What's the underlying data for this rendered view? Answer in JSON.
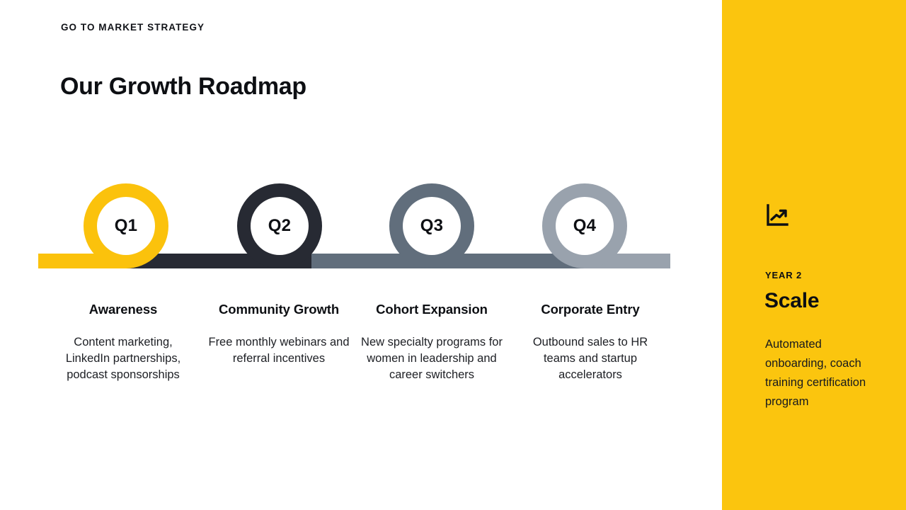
{
  "header": {
    "eyebrow": "GO TO MARKET STRATEGY",
    "title": "Our Growth Roadmap"
  },
  "timeline": {
    "nodes": [
      {
        "label": "Q1",
        "color": "#fbc20c"
      },
      {
        "label": "Q2",
        "color": "#272a33"
      },
      {
        "label": "Q3",
        "color": "#616e7c"
      },
      {
        "label": "Q4",
        "color": "#99a2ad"
      }
    ],
    "track_segments": [
      {
        "color": "#fbc20c"
      },
      {
        "color": "#272a33"
      },
      {
        "color": "#616e7c"
      },
      {
        "color": "#99a2ad"
      }
    ]
  },
  "columns": [
    {
      "title": "Awareness",
      "description": "Content marketing, LinkedIn partnerships, podcast sponsorships"
    },
    {
      "title": "Community Growth",
      "description": "Free monthly webinars and referral incentives"
    },
    {
      "title": "Cohort Expansion",
      "description": "New specialty programs for women in leadership and career switchers"
    },
    {
      "title": "Corporate Entry",
      "description": "Outbound sales to HR teams and startup accelerators"
    }
  ],
  "side_panel": {
    "icon": "trending-up-chart-icon",
    "eyebrow": "YEAR 2",
    "title": "Scale",
    "description": "Automated onboarding, coach training certification program",
    "background_color": "#fbc50e"
  }
}
